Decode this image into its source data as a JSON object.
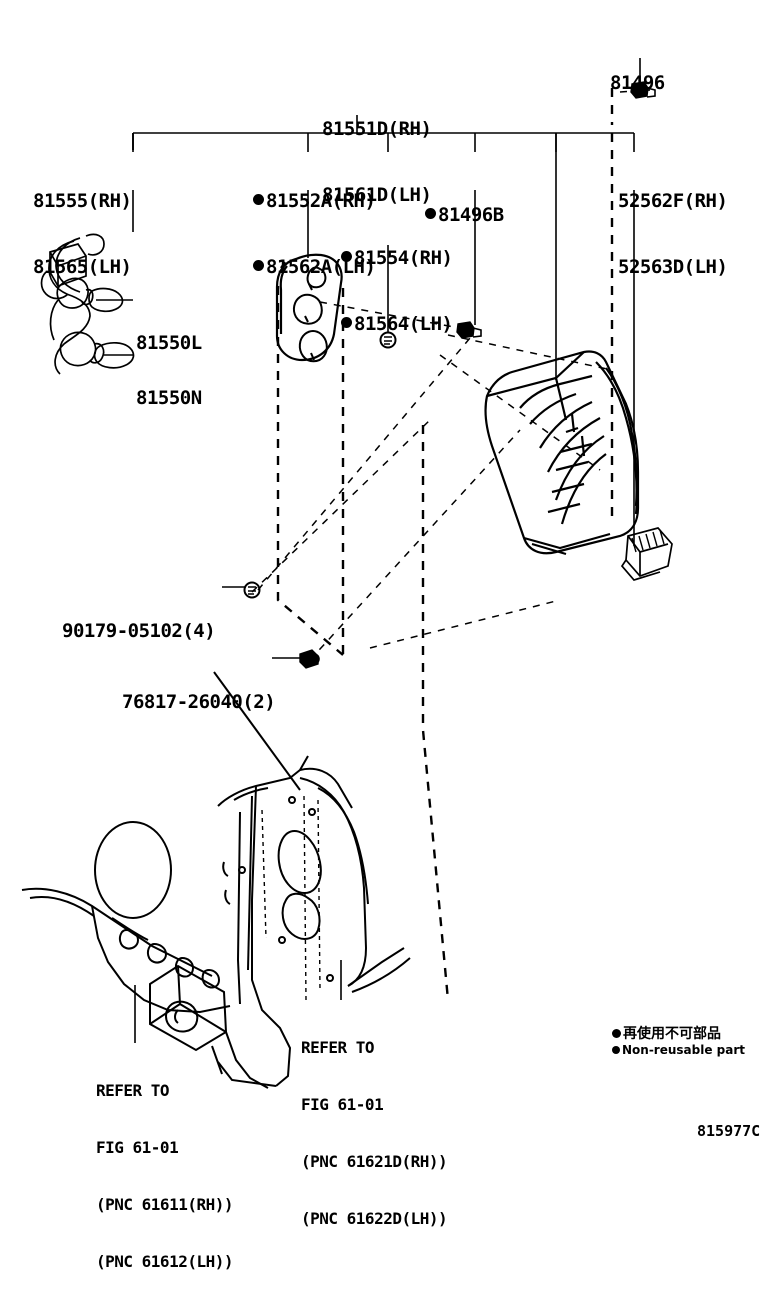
{
  "document": {
    "type": "parts-catalog-illustration",
    "subject": "Rear combination lamp assembly",
    "doc_id": "815977C"
  },
  "legend": {
    "cjk_text": "再使用不可部品",
    "en_text": "Non-reusable part",
    "marker": "●"
  },
  "callouts": {
    "top_center": {
      "line1": "81551D(RH)",
      "line2": "81561D(LH)"
    },
    "top_right": {
      "line1": "81496"
    },
    "left": {
      "line1": "81555(RH)",
      "line2": "81565(LH)"
    },
    "mid_left": {
      "line1": "81552A(RH)",
      "line2": "81562A(LH)",
      "bullet": true
    },
    "mid_center": {
      "line1": "81496B",
      "bullet": true
    },
    "mid_lower": {
      "line1": "81554(RH)",
      "line2": "81564(LH)",
      "bullet": true
    },
    "right": {
      "line1": "52562F(RH)",
      "line2": "52563D(LH)"
    },
    "bulb_upper": {
      "line1": "81550L"
    },
    "bulb_lower": {
      "line1": "81550N"
    },
    "screw": {
      "line1": "90179-05102(4)"
    },
    "clip": {
      "line1": "76817-26040(2)"
    }
  },
  "refer_notes": {
    "left_panel": {
      "line1": "REFER TO",
      "line2": "FIG 61-01",
      "line3": "(PNC 61611(RH))",
      "line4": "(PNC 61612(LH))"
    },
    "right_panel": {
      "line1": "REFER TO",
      "line2": "FIG 61-01",
      "line3": "(PNC 61621D(RH))",
      "line4": "(PNC 61622D(LH))"
    }
  },
  "colors": {
    "ink": "#000000",
    "paper": "#ffffff"
  }
}
